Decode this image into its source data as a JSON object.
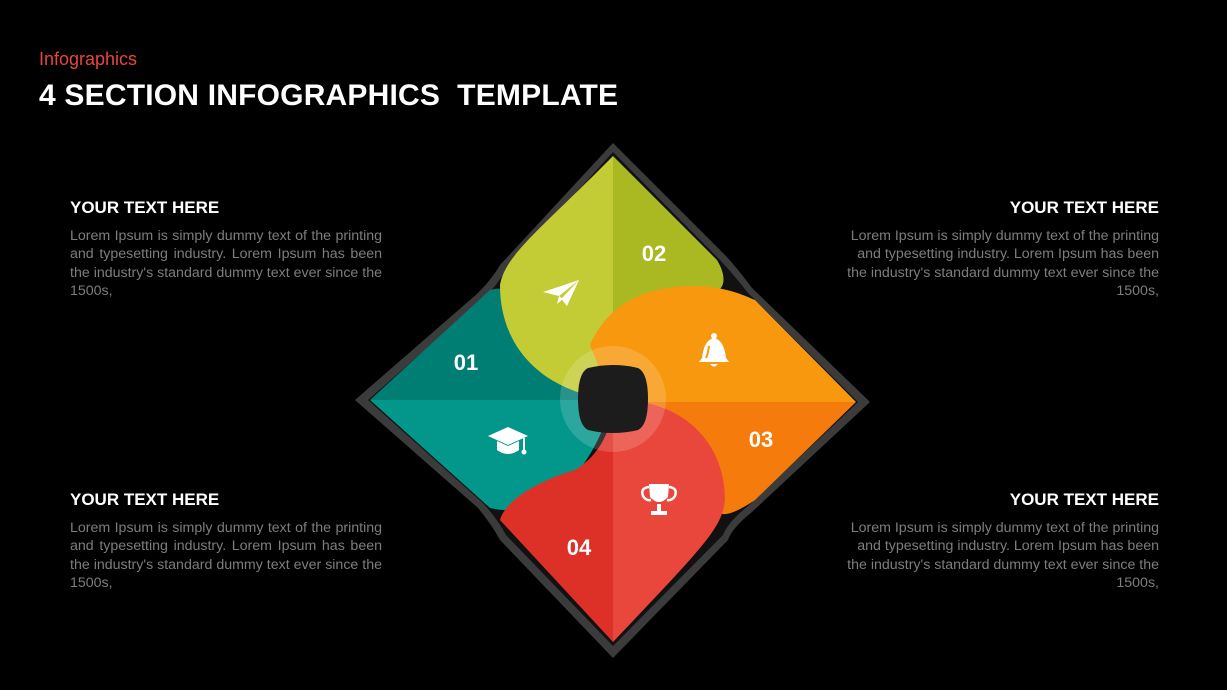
{
  "header": {
    "kicker": "Infographics",
    "title": "4 SECTION INFOGRAPHICS  TEMPLATE"
  },
  "sections": [
    {
      "number": "01",
      "heading": "YOUR TEXT HERE",
      "body": "Lorem Ipsum is simply dummy text of the printing and typesetting industry. Lorem Ipsum has been the industry's standard dummy text ever since the 1500s,",
      "icon": "graduation-cap-icon",
      "color": "#03978c"
    },
    {
      "number": "02",
      "heading": "YOUR TEXT HERE",
      "body": "Lorem Ipsum is simply dummy text of the printing and typesetting industry. Lorem Ipsum has been the industry's standard dummy text ever since the 1500s,",
      "icon": "paper-plane-icon",
      "color": "#c3cb35"
    },
    {
      "number": "03",
      "heading": "YOUR TEXT HERE",
      "body": "Lorem Ipsum is simply dummy text of the printing and typesetting industry. Lorem Ipsum has been the industry's standard dummy text ever since the 1500s,",
      "icon": "bell-icon",
      "color": "#f7920f"
    },
    {
      "number": "04",
      "heading": "YOUR TEXT HERE",
      "body": "Lorem Ipsum is simply dummy text of the printing and typesetting industry. Lorem Ipsum has been the industry's standard dummy text ever since the 1500s,",
      "icon": "trophy-icon",
      "color": "#e9473b"
    }
  ]
}
